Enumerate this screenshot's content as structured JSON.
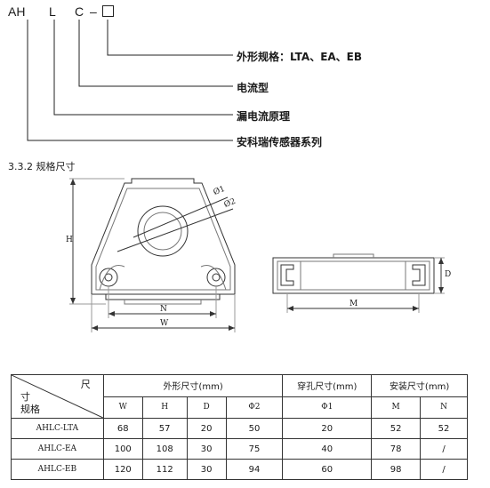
{
  "code": {
    "p1": "AH",
    "p2": "L",
    "p3": "C",
    "dash": "–"
  },
  "code_labels": {
    "size": "外形规格：LTA、EA、EB",
    "type": "电流型",
    "principle": "漏电流原理",
    "brand": "安科瑞传感器系列"
  },
  "section_title": "3.3.2  规格尺寸",
  "drawing": {
    "d1": "Ø1",
    "d2": "Ø2",
    "H": "H",
    "N": "N",
    "W": "W",
    "D": "D",
    "M": "M"
  },
  "table": {
    "corner": {
      "top": "尺",
      "mid": "寸",
      "bottom": "规格"
    },
    "groups": {
      "outer": "外形尺寸(mm)",
      "hole": "穿孔尺寸(mm)",
      "mount": "安装尺寸(mm)"
    },
    "sub_headers": [
      "W",
      "H",
      "D",
      "Φ2",
      "Φ1",
      "M",
      "N"
    ],
    "rows": [
      {
        "model": "AHLC-LTA",
        "W": "68",
        "H": "57",
        "D": "20",
        "phi2": "50",
        "phi1": "20",
        "M": "52",
        "N": "52"
      },
      {
        "model": "AHLC-EA",
        "W": "100",
        "H": "108",
        "D": "30",
        "phi2": "75",
        "phi1": "40",
        "M": "78",
        "N": "/"
      },
      {
        "model": "AHLC-EB",
        "W": "120",
        "H": "112",
        "D": "30",
        "phi2": "94",
        "phi1": "60",
        "M": "98",
        "N": "/"
      }
    ]
  }
}
